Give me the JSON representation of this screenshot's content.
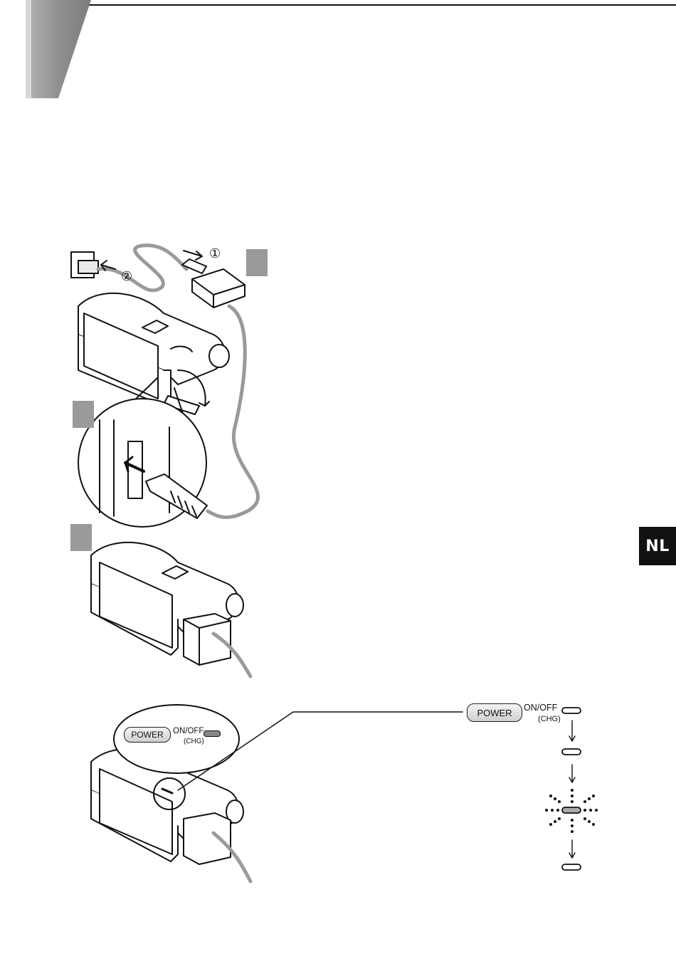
{
  "side_tab": {
    "label": "NL"
  },
  "power_panel_main": {
    "button_label": "POWER",
    "switch_label": "ON/OFF",
    "indicator_label": "(CHG)"
  },
  "power_panel_callout": {
    "button_label": "POWER",
    "switch_label": "ON/OFF",
    "indicator_label": "(CHG)"
  },
  "callouts": {
    "plug_step": "①",
    "outlet_step": "②"
  },
  "colors": {
    "step_marker": "#9a9a9a",
    "cable": "#9a9a9a",
    "tab_bg": "#111111"
  }
}
